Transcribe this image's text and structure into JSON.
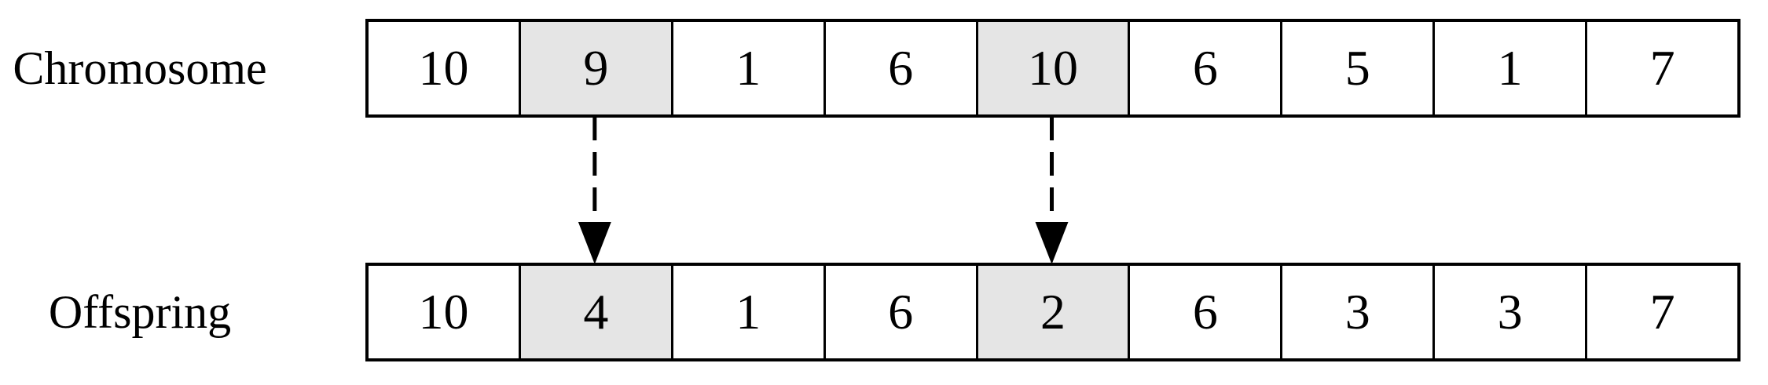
{
  "figure": {
    "type": "genetic-algorithm-mutation-diagram",
    "background_color": "#ffffff",
    "border_color": "#000000",
    "highlight_color": "#e5e5e5",
    "rows": [
      {
        "label": "Chromosome",
        "cells": [
          "10",
          "9",
          "1",
          "6",
          "10",
          "6",
          "5",
          "1",
          "7"
        ],
        "highlighted_indices": [
          1,
          4
        ]
      },
      {
        "label": "Offspring",
        "cells": [
          "10",
          "4",
          "1",
          "6",
          "2",
          "6",
          "3",
          "3",
          "7"
        ],
        "highlighted_indices": [
          1,
          4
        ]
      }
    ],
    "arrows": [
      {
        "cell_index": 1,
        "from_row": 0,
        "to_row": 1,
        "style": "dashed",
        "direction": "down"
      },
      {
        "cell_index": 4,
        "from_row": 0,
        "to_row": 1,
        "style": "dashed",
        "direction": "down"
      }
    ]
  }
}
